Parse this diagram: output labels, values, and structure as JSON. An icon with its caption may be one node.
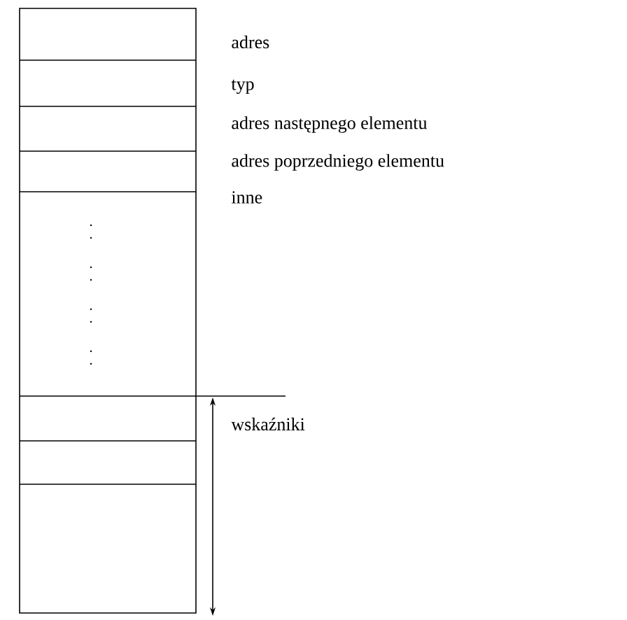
{
  "diagram": {
    "labels": [
      "adres",
      "typ",
      "adres następnego elementu",
      "adres poprzedniego elementu",
      "inne",
      "wskaźniki"
    ]
  }
}
